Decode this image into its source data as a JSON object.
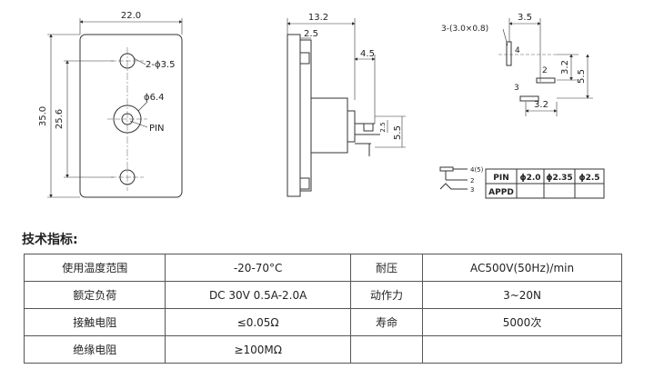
{
  "drawing": {
    "front_view": {
      "width_dim": "22.0",
      "height_dim": "35.0",
      "hole_spacing_dim": "25.6",
      "mount_hole_label": "2-ϕ3.5",
      "center_hole_label": "ϕ6.4",
      "pin_label": "PIN"
    },
    "side_view": {
      "depth_dim": "13.2",
      "flange_dim": "2.5",
      "terminal_offset_dim": "4.5",
      "small_dim_a": "2.5",
      "small_dim_b": "5.5"
    },
    "terminal_view": {
      "hole_label": "3-(3.0×0.8)",
      "top_dim": "3.5",
      "vertical_dim_a": "3.2",
      "vertical_dim_b": "5.5",
      "bottom_dim": "3.2",
      "terminal_labels": [
        "4",
        "2",
        "3"
      ]
    },
    "schematic": {
      "labels": [
        "4(5)",
        "2",
        "3"
      ]
    },
    "pin_table": {
      "header": [
        "PIN",
        "ϕ2.0",
        "ϕ2.35",
        "ϕ2.5"
      ],
      "row": [
        "APPD",
        "",
        "",
        ""
      ]
    }
  },
  "specs": {
    "title": "技术指标:",
    "rows": [
      [
        "使用温度范围",
        "-20-70°C",
        "耐压",
        "AC500V(50Hz)/min"
      ],
      [
        "额定负荷",
        "DC 30V 0.5A-2.0A",
        "动作力",
        "3~20N"
      ],
      [
        "接触电阻",
        "≤0.05Ω",
        "寿命",
        "5000次"
      ],
      [
        "绝缘电阻",
        "≥100MΩ",
        "",
        ""
      ]
    ]
  }
}
